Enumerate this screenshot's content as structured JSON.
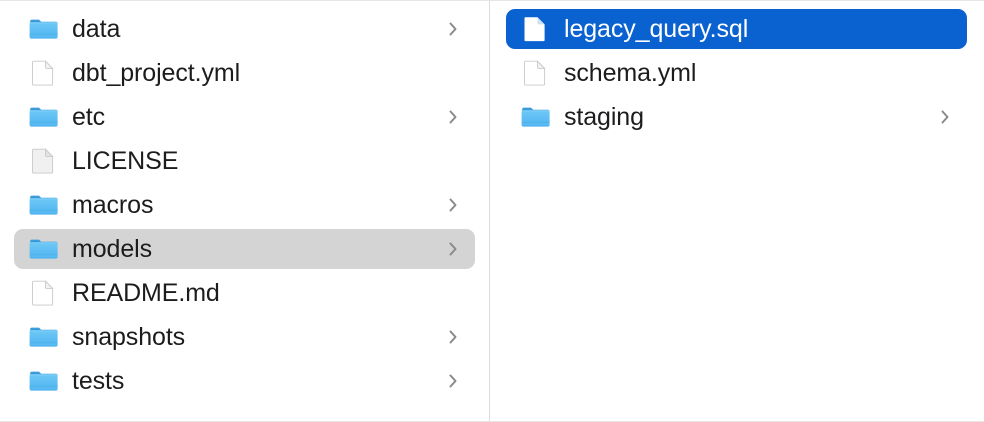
{
  "app": {
    "view": "finder-column-view",
    "colors": {
      "selection_blue": "#0a62d0",
      "selection_gray": "#d4d4d4",
      "folder_blue": "#54b9f2",
      "folder_blue_dark": "#2e9ada",
      "text": "#1c1c1e",
      "text_selected": "#ffffff",
      "chevron": "#8a8a8e",
      "divider": "#dcdcdc",
      "background": "#ffffff"
    }
  },
  "columns": [
    {
      "name": "project-root-column",
      "items": [
        {
          "label": "data",
          "icon": "folder-icon",
          "kind": "folder",
          "has_chevron": true,
          "selected": false
        },
        {
          "label": "dbt_project.yml",
          "icon": "document-icon",
          "kind": "file",
          "has_chevron": false,
          "selected": false
        },
        {
          "label": "etc",
          "icon": "folder-icon",
          "kind": "folder",
          "has_chevron": true,
          "selected": false
        },
        {
          "label": "LICENSE",
          "icon": "document-plain-icon",
          "kind": "file",
          "has_chevron": false,
          "selected": false
        },
        {
          "label": "macros",
          "icon": "folder-icon",
          "kind": "folder",
          "has_chevron": true,
          "selected": false
        },
        {
          "label": "models",
          "icon": "folder-icon",
          "kind": "folder",
          "has_chevron": true,
          "selected": "gray"
        },
        {
          "label": "README.md",
          "icon": "document-icon",
          "kind": "file",
          "has_chevron": false,
          "selected": false
        },
        {
          "label": "snapshots",
          "icon": "folder-icon",
          "kind": "folder",
          "has_chevron": true,
          "selected": false
        },
        {
          "label": "tests",
          "icon": "folder-icon",
          "kind": "folder",
          "has_chevron": true,
          "selected": false
        }
      ]
    },
    {
      "name": "models-folder-column",
      "items": [
        {
          "label": "legacy_query.sql",
          "icon": "document-icon",
          "kind": "file",
          "has_chevron": false,
          "selected": "blue"
        },
        {
          "label": "schema.yml",
          "icon": "document-icon",
          "kind": "file",
          "has_chevron": false,
          "selected": false
        },
        {
          "label": "staging",
          "icon": "folder-icon",
          "kind": "folder",
          "has_chevron": true,
          "selected": false
        }
      ]
    }
  ]
}
